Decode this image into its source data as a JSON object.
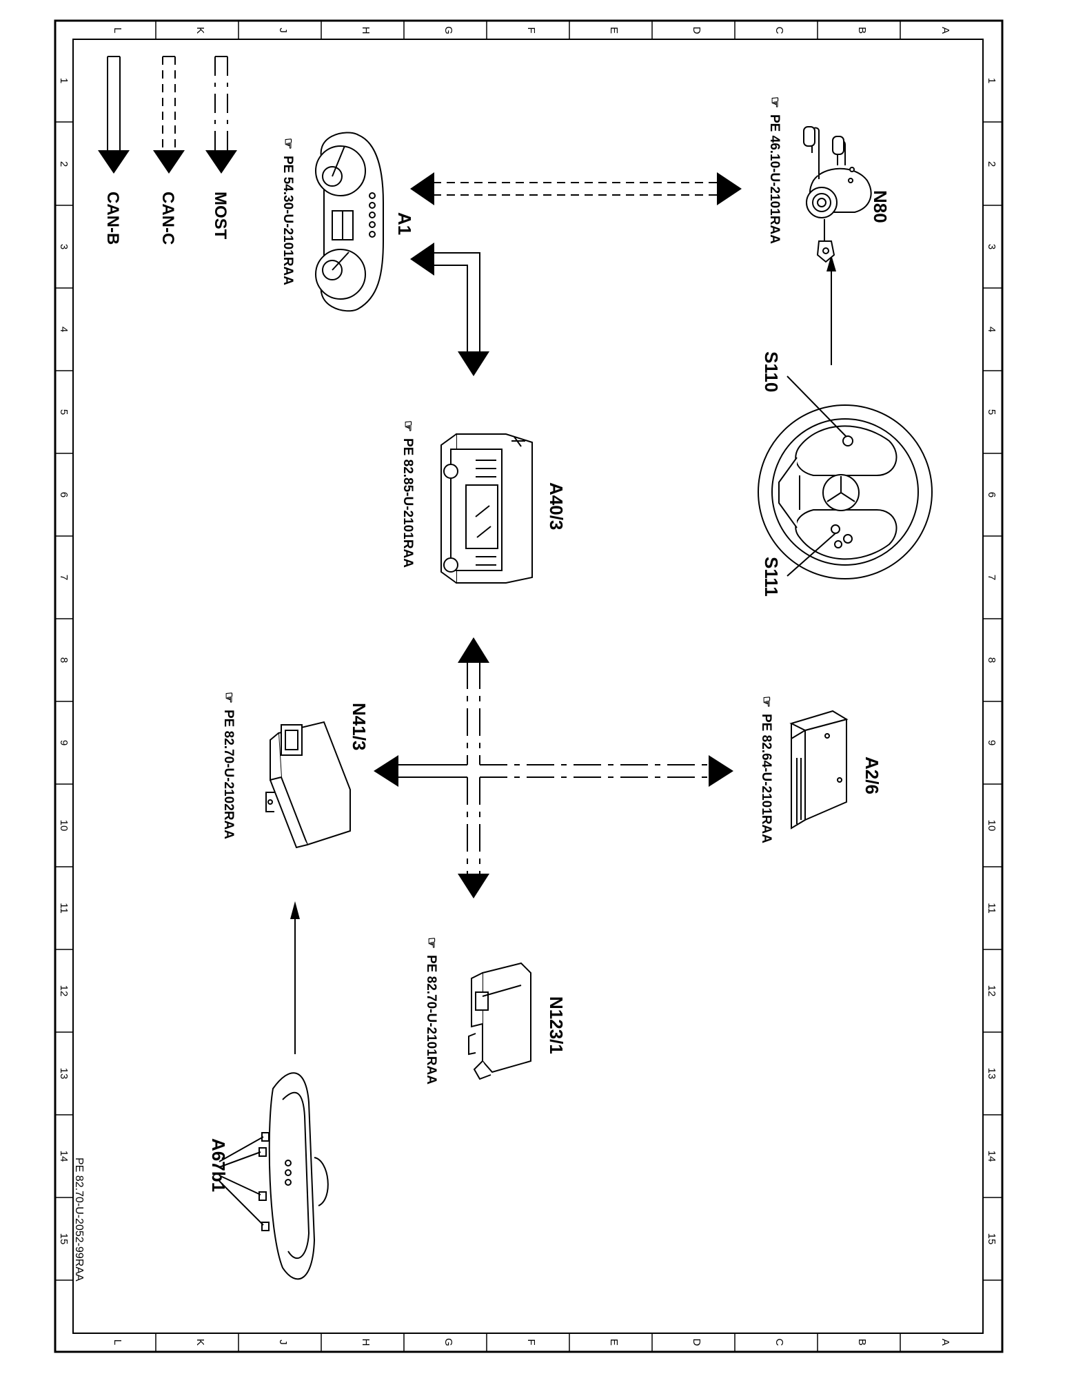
{
  "diagram": {
    "grid": {
      "letters": [
        "A",
        "B",
        "C",
        "D",
        "E",
        "F",
        "G",
        "H",
        "J",
        "K",
        "L"
      ],
      "numbers": [
        "1",
        "2",
        "3",
        "4",
        "5",
        "6",
        "7",
        "8",
        "9",
        "10",
        "11",
        "12",
        "13",
        "14",
        "15"
      ]
    },
    "components": {
      "N80": {
        "label": "N80",
        "ref": "PE 46.10-U-2101RAA"
      },
      "S110": {
        "label": "S110"
      },
      "S111": {
        "label": "S111"
      },
      "A1": {
        "label": "A1",
        "ref": "PE 54.30-U-2101RAA"
      },
      "A40_3": {
        "label": "A40/3",
        "ref": "PE 82.85-U-2101RAA"
      },
      "A2_6": {
        "label": "A2/6",
        "ref": "PE 82.64-U-2101RAA"
      },
      "N41_3": {
        "label": "N41/3",
        "ref": "PE 82.70-U-2102RAA"
      },
      "N123_1": {
        "label": "N123/1",
        "ref": "PE 82.70-U-2101RAA"
      },
      "A67b1": {
        "label": "A67b1"
      }
    },
    "legend": {
      "most": "MOST",
      "can_c": "CAN-C",
      "can_b": "CAN-B"
    },
    "document_number": "PE 82.70-U-2052-99RAA"
  }
}
